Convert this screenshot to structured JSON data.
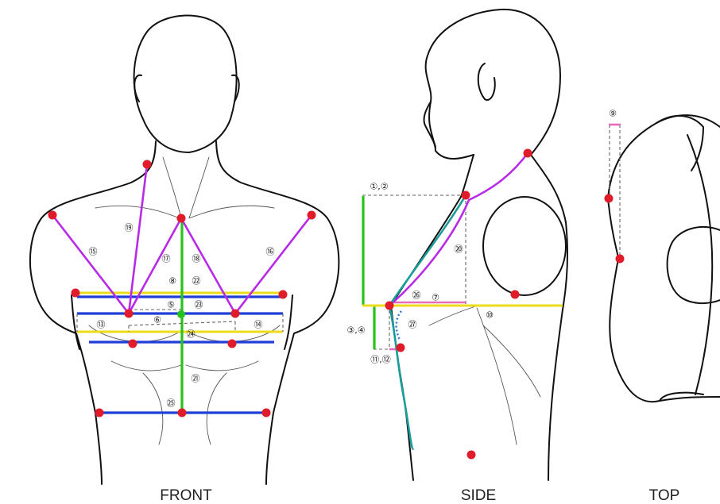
{
  "views": {
    "front": "FRONT",
    "side": "SIDE",
    "top": "TOP"
  },
  "markers": {
    "m1": "①,②",
    "m34": "③,④",
    "m5": "⑤",
    "m6": "⑥",
    "m7": "⑦",
    "m8": "⑧",
    "m9": "⑨",
    "m10": "⑩",
    "m1112": "⑪,⑫",
    "m13": "⑬",
    "m14": "⑭",
    "m15": "⑮",
    "m16": "⑯",
    "m17": "⑰",
    "m18": "⑱",
    "m19": "⑲",
    "m20": "⑳",
    "m21": "㉑",
    "m22": "㉒",
    "m23": "㉓",
    "m24": "㉔",
    "m25": "㉕",
    "m26": "㉖",
    "m27": "㉗"
  },
  "colors": {
    "landmark": "#e01b2a",
    "purple": "#b829e8",
    "blue": "#1f3fd8",
    "yellow": "#eddc1a",
    "green": "#27c21b",
    "teal": "#1a9d98",
    "pink": "#e46bb7"
  }
}
